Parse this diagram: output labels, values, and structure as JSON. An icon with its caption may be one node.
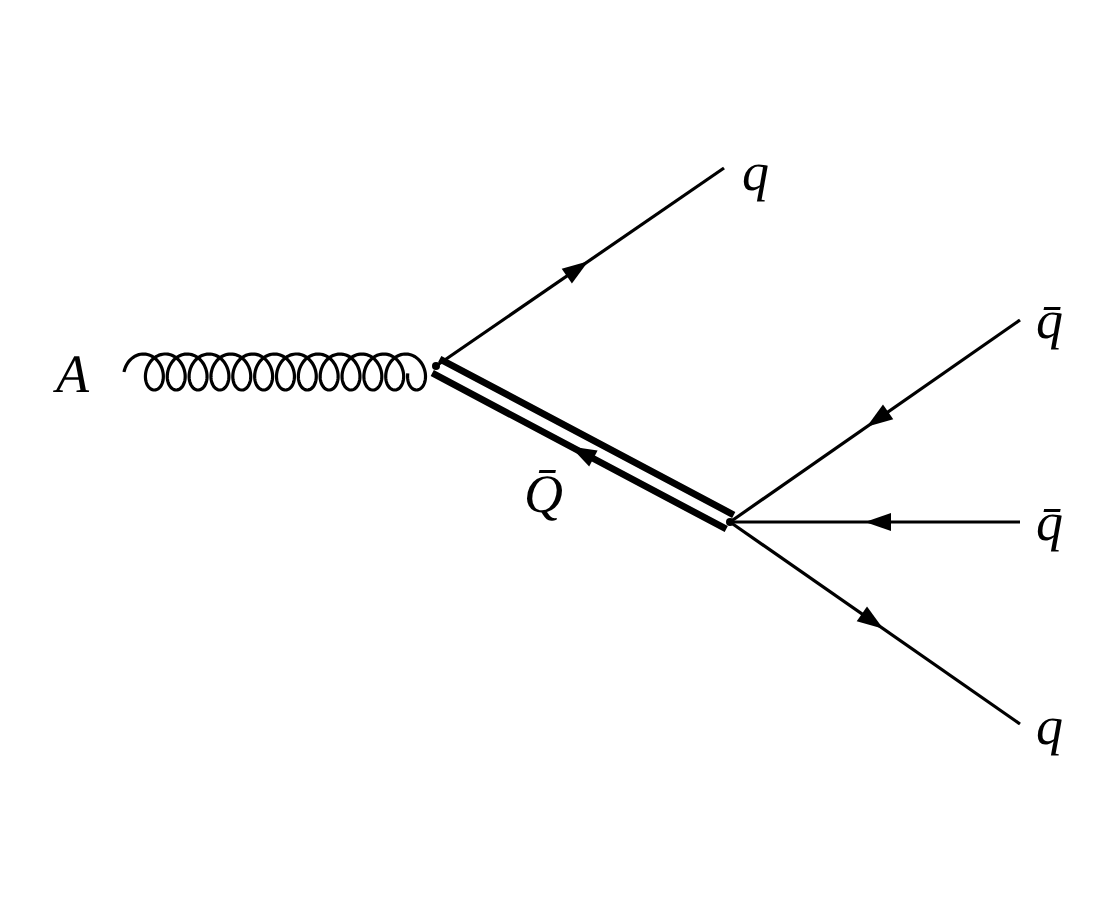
{
  "diagram": {
    "nodes": [
      {
        "text": [
          "A"
        ]
      },
      {
        "text": [],
        "shape": "point"
      },
      {
        "text": [
          "q"
        ]
      },
      {
        "text": [],
        "shape": "point"
      },
      {
        "text": [
          "q̄"
        ]
      },
      {
        "text": [
          "q̄"
        ]
      },
      {
        "text": [
          "q"
        ]
      }
    ],
    "edges": [
      {
        "from": 0,
        "to": 1,
        "arrow": "none"
      },
      {
        "from": 1,
        "to": 2,
        "arrow": "to"
      },
      {
        "from": 3,
        "to": 1,
        "arrow": "to",
        "label": "Q̄",
        "style": "thick"
      },
      {
        "from": 4,
        "to": 3,
        "arrow": "to"
      },
      {
        "from": 5,
        "to": 3,
        "arrow": "to"
      },
      {
        "from": 3,
        "to": 6,
        "arrow": "to"
      }
    ]
  }
}
